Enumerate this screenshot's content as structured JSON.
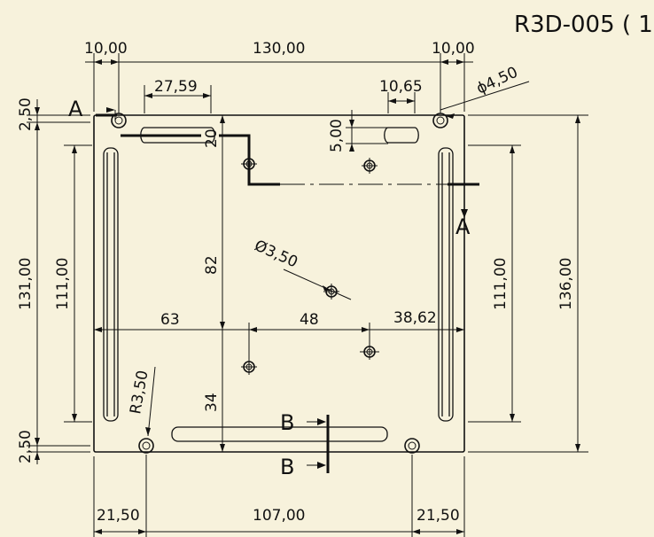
{
  "title": "R3D-005 ( 1",
  "dimensions": {
    "top_left_10": "10,00",
    "top_130": "130,00",
    "top_right_10": "10,00",
    "slot_27_59": "27,59",
    "slot_10_65": "10,65",
    "hole_4_50": "ϕ4,50",
    "left_2_50_top": "2,50",
    "slot_5_00": "5,00",
    "slot_20": "20",
    "left_131": "131,00",
    "left_111": "111,00",
    "right_111": "111,00",
    "right_136": "136,00",
    "mid_82": "82",
    "hole_3_50": "Ø3,50",
    "h_63": "63",
    "h_48": "48",
    "h_38_62": "38,62",
    "radius_3_50": "R3,50",
    "mid_34": "34",
    "left_2_50_bottom": "2,50",
    "bottom_21_50_left": "21,50",
    "bottom_107": "107,00",
    "bottom_21_50_right": "21,50"
  },
  "sections": {
    "a_top": "A",
    "a_right": "A",
    "b_upper": "B",
    "b_lower": "B"
  }
}
